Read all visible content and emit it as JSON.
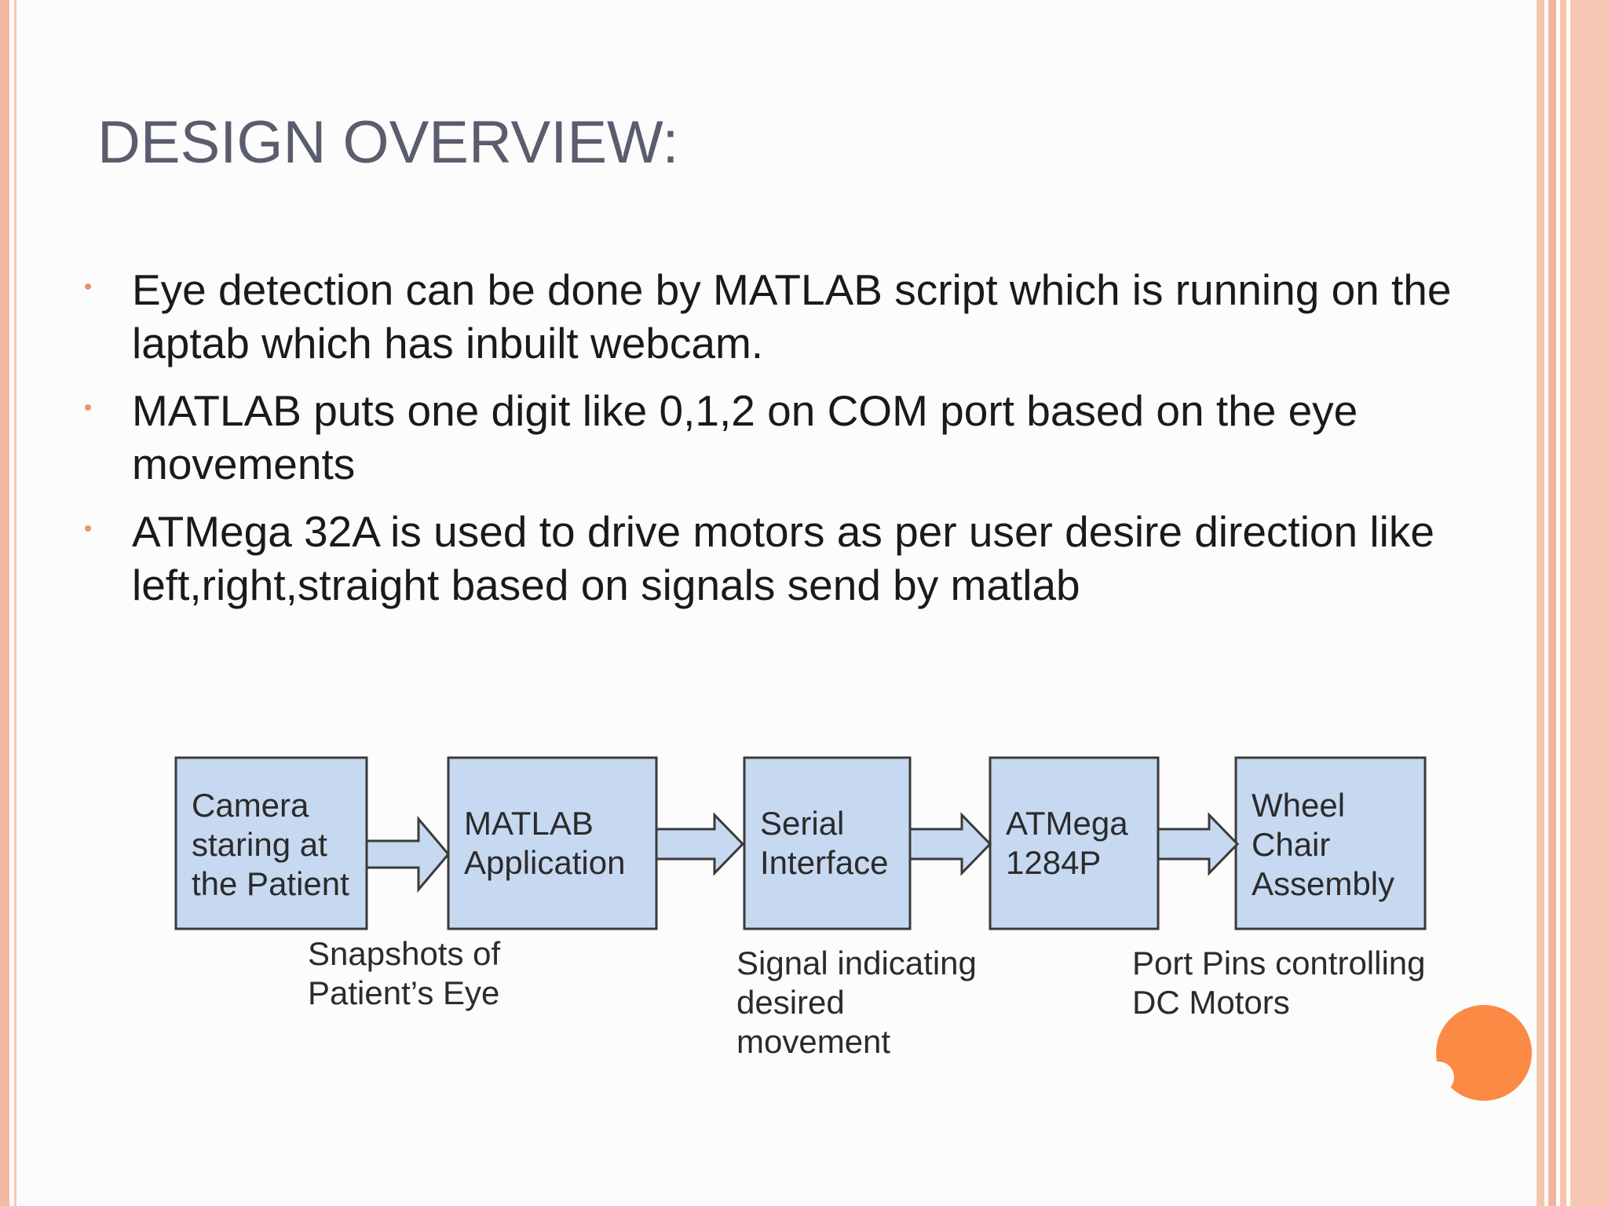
{
  "slide": {
    "title": "DESIGN OVERVIEW:",
    "bullets": [
      "Eye detection can be done by MATLAB script which is running on the\nlaptab which has inbuilt webcam.",
      "MATLAB puts one digit like 0,1,2 on COM port based on the eye\nmovements",
      "ATMega 32A is used to drive motors as per user desire direction like\nleft,right,straight based on signals send by matlab"
    ]
  },
  "diagram": {
    "boxes": [
      {
        "lines": [
          "Camera",
          "staring at",
          "the Patient"
        ]
      },
      {
        "lines": [
          "MATLAB",
          "Application"
        ]
      },
      {
        "lines": [
          "Serial",
          "Interface"
        ]
      },
      {
        "lines": [
          "ATMega",
          "1284P"
        ]
      },
      {
        "lines": [
          "Wheel",
          "Chair",
          "Assembly"
        ]
      }
    ],
    "captions": [
      {
        "lines": [
          "Snapshots of",
          "Patient’s Eye"
        ]
      },
      {
        "lines": [
          "Signal indicating",
          "desired",
          "movement"
        ]
      },
      {
        "lines": [
          "Port Pins controlling",
          "DC Motors"
        ]
      }
    ]
  },
  "colors": {
    "box_fill": "#c6d9f1",
    "box_stroke": "#3a3a3a",
    "accent_orange": "#fb8a44",
    "stripe_peach": "#f6c3ad",
    "title": "#5a5d6e"
  }
}
